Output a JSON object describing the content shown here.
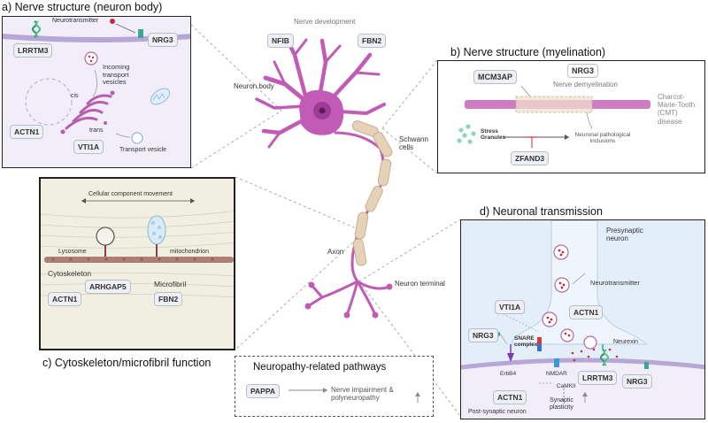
{
  "panels": {
    "a": {
      "title": "a) Nerve structure (neuron body)",
      "neurotransmitter": "Neurotransmitter",
      "incoming": "Incoming transport vesicles",
      "cis": "cis",
      "trans": "trans",
      "transport_vesicle": "Transport vesicle",
      "genes": [
        "NRG3",
        "LRRTM3",
        "ACTN1",
        "VTI1A"
      ]
    },
    "b": {
      "title": "b) Nerve structure (myelination)",
      "genes": [
        "MCM3AP",
        "NRG3",
        "ZFAND3"
      ],
      "nerve_demyelination": "Nerve demyelination",
      "cmt": "Charcot-Marie-Tooth (CMT) disease",
      "stress_granules": "Stress Granules",
      "inclusions": "Neuronal pathological inclusions"
    },
    "c": {
      "title": "c) Cytoskeleton/microfibril function",
      "movement": "Cellular component movement",
      "lysosome": "Lysosome",
      "mitochondrion": "mitochondrion",
      "cytoskeleton": "Cytoskeleton",
      "microfibril": "Microfibril",
      "genes": [
        "ACTN1",
        "ARHGAP5",
        "FBN2"
      ]
    },
    "d": {
      "title": "d) Neuronal transmission",
      "presynaptic": "Presynaptic neuron",
      "neurotransmitter": "Neurotransmitter",
      "snare": "SNARE complex",
      "neurexin": "Neurexin",
      "erbb4": "ErbB4",
      "nmdar": "NMDAR",
      "camkii": "CaMKII",
      "synaptic": "Synaptic plasticity",
      "postsynaptic": "Post-synaptic neuron",
      "genes": [
        "VTI1A",
        "ACTN1",
        "NRG3",
        "LRRTM3",
        "NRG3",
        "ACTN1"
      ]
    }
  },
  "center": {
    "genes": [
      "NFIB",
      "FBN2"
    ],
    "nerve_development": "Nerve development",
    "neuron_body": "Neuron body",
    "schwann": "Schwann cells",
    "axon": "Axon",
    "neuron_terminal": "Neuron terminal"
  },
  "pathways": {
    "title": "Neuropathy-related pathways",
    "gene": "PAPPA",
    "outcome": "Nerve impairment & polyneuropathy"
  },
  "colors": {
    "neuron": "#c25bb5",
    "neuron_dark": "#8a2f82",
    "myelin": "#e6d2b8",
    "panel_bg": "#f1eefa",
    "cyto_bg": "#f1efe2",
    "synapse_bg": "#e4eef8"
  }
}
